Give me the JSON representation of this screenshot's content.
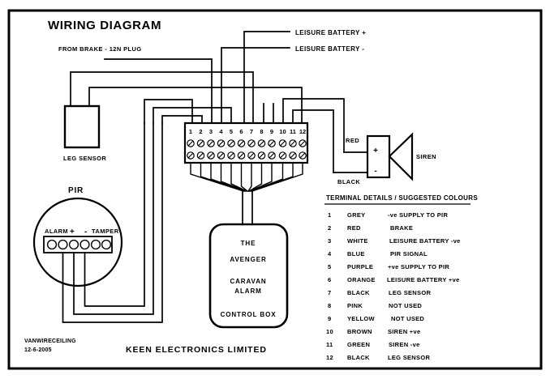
{
  "title": "WIRING DIAGRAM",
  "labels": {
    "from_brake": "FROM BRAKE - 12N PLUG",
    "leisure_battery_pos": "LEISURE BATTERY +",
    "leisure_battery_neg": "LEISURE BATTERY -",
    "leg_sensor": "LEG SENSOR",
    "pir": "PIR",
    "siren": "SIREN",
    "wire_red": "RED",
    "wire_black": "BLACK",
    "siren_plus": "+",
    "siren_minus": "-"
  },
  "pir_terminal_strip": {
    "alarm": "ALARM",
    "plus": "+",
    "minus": "-",
    "tamper": "TAMPER",
    "hole_count": 6
  },
  "terminal_block": {
    "numbers": [
      "1",
      "2",
      "3",
      "4",
      "5",
      "6",
      "7",
      "8",
      "9",
      "10",
      "11",
      "12"
    ],
    "rows": 2
  },
  "control_box": {
    "line1": "THE",
    "line2": "AVENGER",
    "line3": "CARAVAN",
    "line4": "ALARM",
    "line5": "CONTROL BOX"
  },
  "terminal_table": {
    "header": "TERMINAL DETAILS / SUGGESTED COLOURS",
    "rows": [
      {
        "num": "1",
        "colour": "GREY",
        "function": "-ve SUPPLY TO PIR"
      },
      {
        "num": "2",
        "colour": "RED",
        "function": "BRAKE"
      },
      {
        "num": "3",
        "colour": "WHITE",
        "function": "LEISURE BATTERY -ve"
      },
      {
        "num": "4",
        "colour": "BLUE",
        "function": "PIR SIGNAL"
      },
      {
        "num": "5",
        "colour": "PURPLE",
        "function": "+ve SUPPLY TO PIR"
      },
      {
        "num": "6",
        "colour": "ORANGE",
        "function": "LEISURE BATTERY +ve"
      },
      {
        "num": "7",
        "colour": "BLACK",
        "function": "LEG SENSOR"
      },
      {
        "num": "8",
        "colour": "PINK",
        "function": "NOT USED"
      },
      {
        "num": "9",
        "colour": "YELLOW",
        "function": "NOT USED"
      },
      {
        "num": "10",
        "colour": "BROWN",
        "function": "SIREN +ve"
      },
      {
        "num": "11",
        "colour": "GREEN",
        "function": "SIREN -ve"
      },
      {
        "num": "12",
        "colour": "BLACK",
        "function": "LEG SENSOR"
      }
    ]
  },
  "footer": {
    "drawing_ref": "VANWIRECEILING",
    "date": "12-6-2005",
    "company": "KEEN ELECTRONICS LIMITED"
  },
  "colors": {
    "ink": "#000000",
    "paper": "#ffffff"
  }
}
